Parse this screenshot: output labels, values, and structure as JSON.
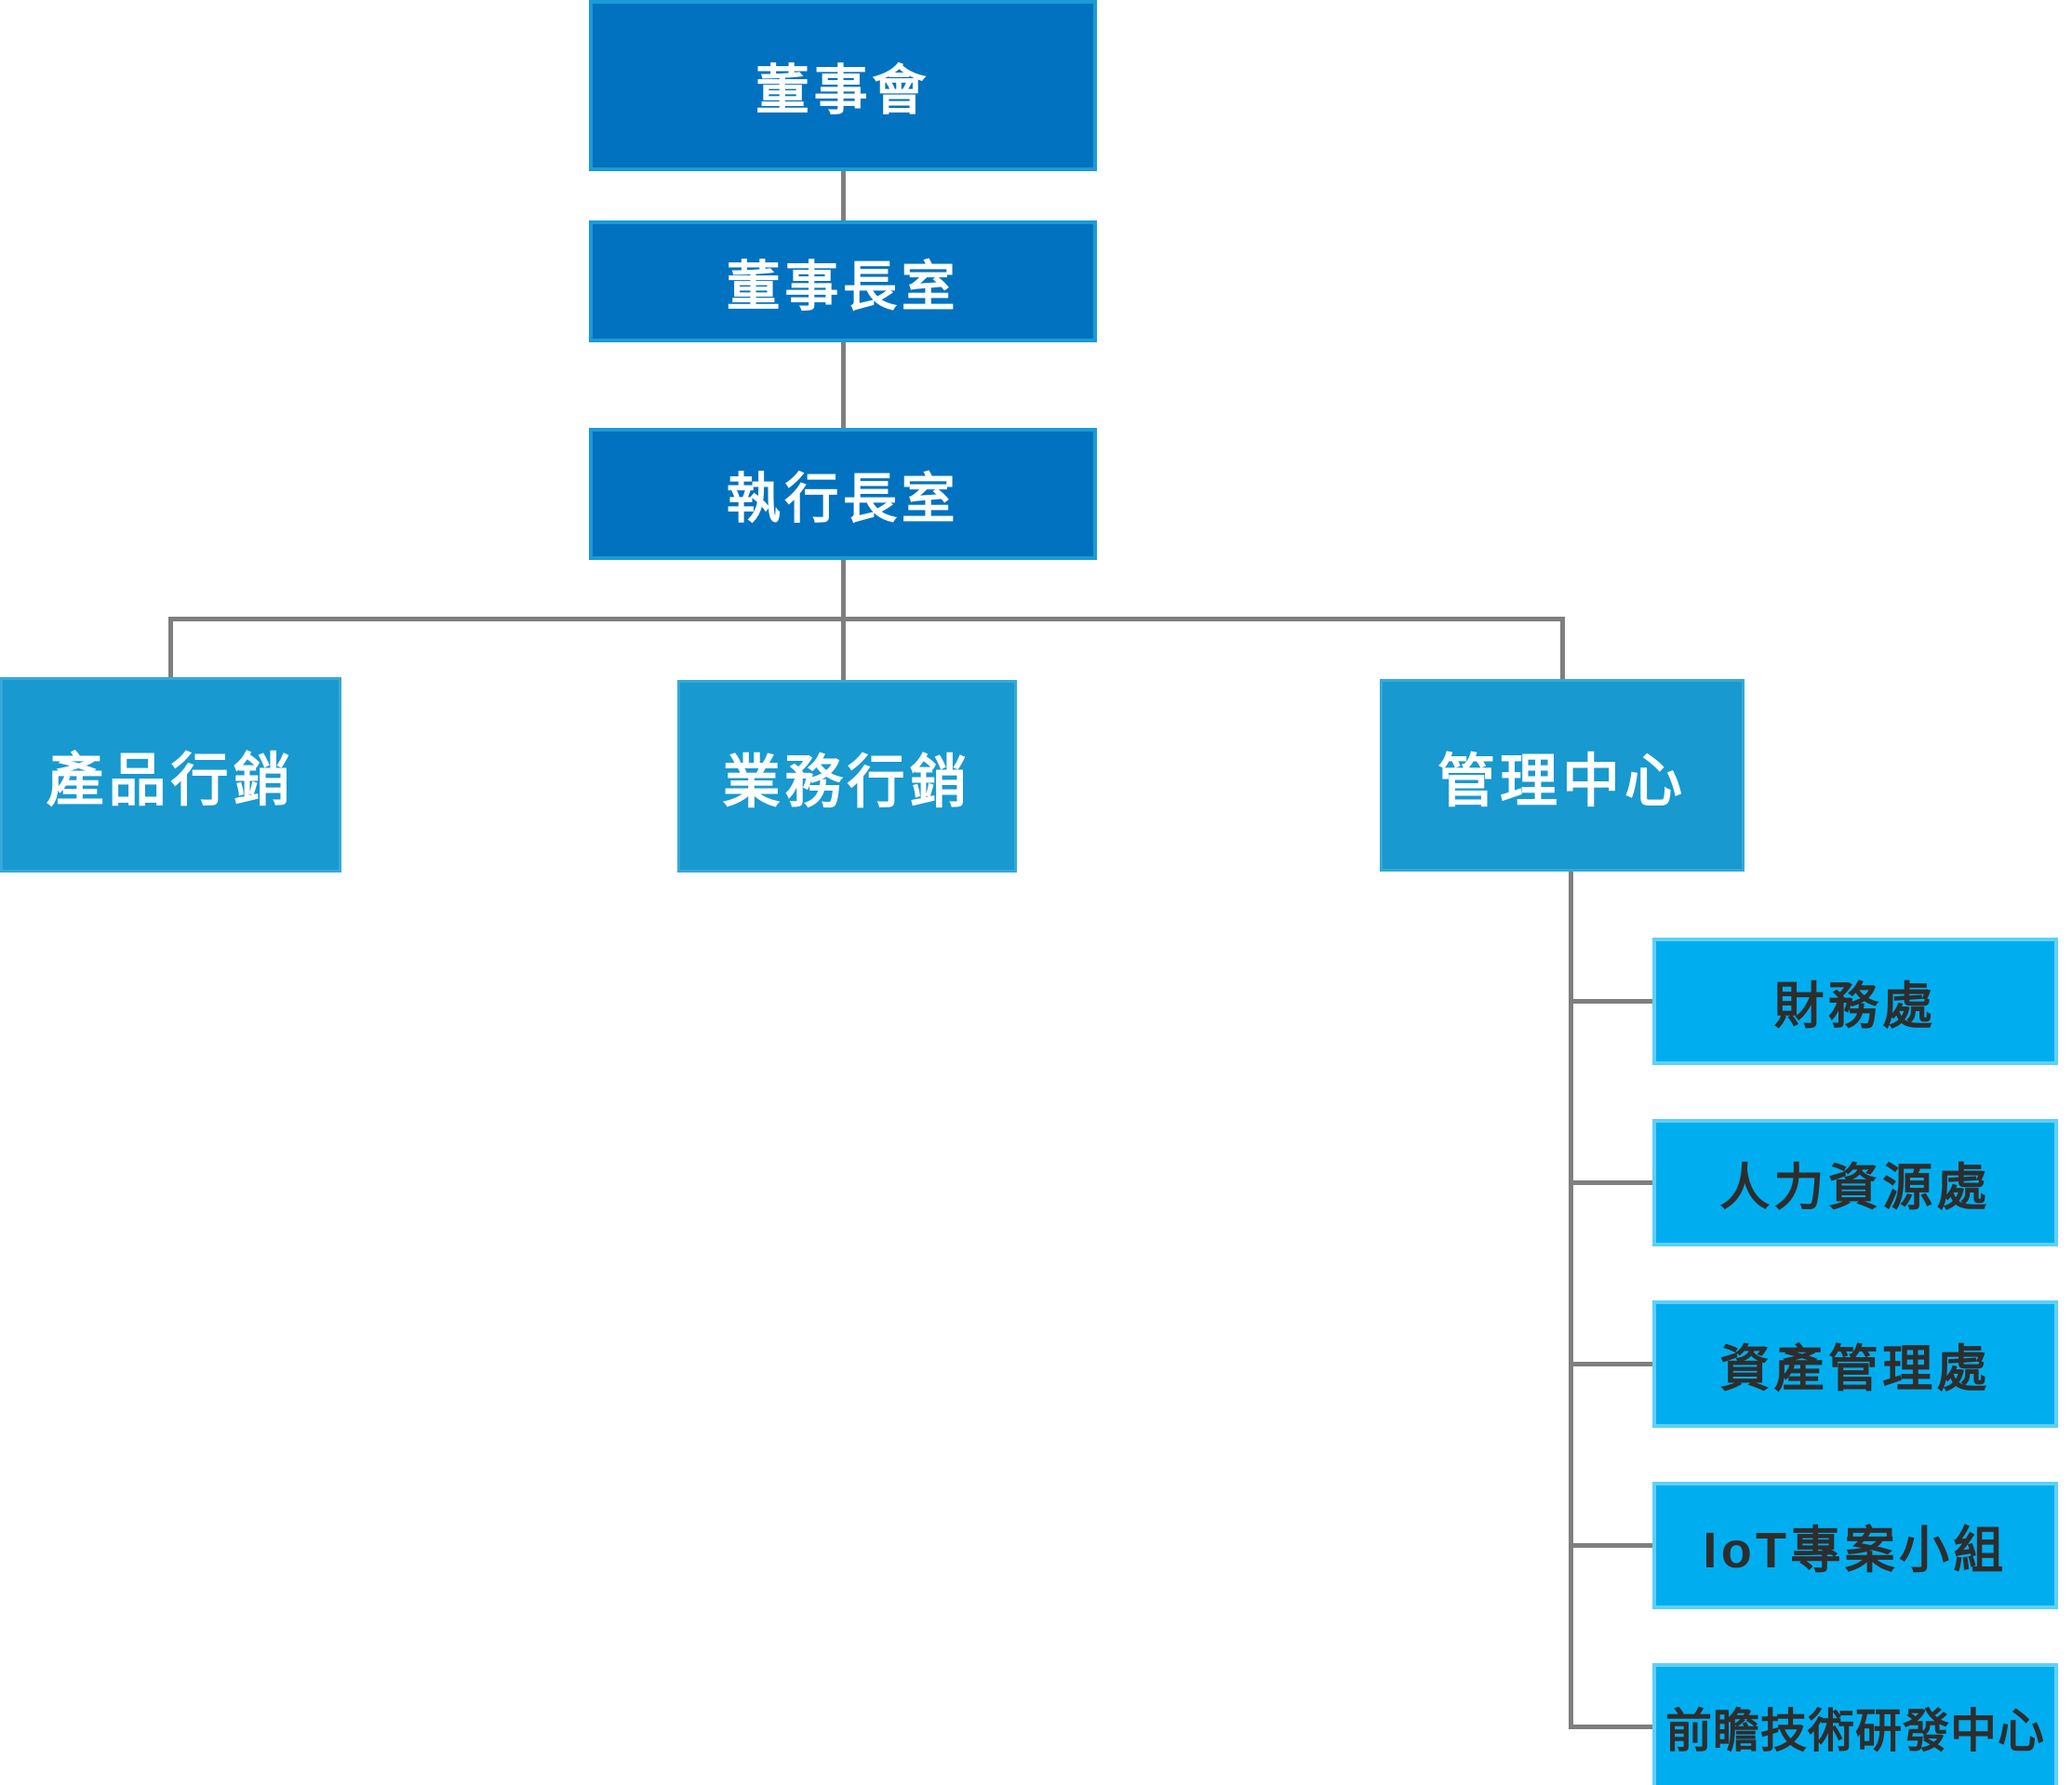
{
  "org_chart": {
    "title": "organization-chart",
    "root": {
      "label": "董事會"
    },
    "chairman_office": {
      "label": "董事長室"
    },
    "ceo_office": {
      "label": "執行長室"
    },
    "divisions": [
      {
        "label": "產品行銷"
      },
      {
        "label": "業務行銷"
      },
      {
        "label": "管理中心"
      }
    ],
    "management_sub_units": [
      {
        "label": "財務處"
      },
      {
        "label": "人力資源處"
      },
      {
        "label": "資產管理處"
      },
      {
        "label": "IoT專案小組"
      },
      {
        "label": "前瞻技術研發中心"
      }
    ],
    "colors": {
      "level1_fill": "#0072BF",
      "level1_border": "#1B9BD7",
      "division_fill": "#1899CF",
      "sub_unit_fill": "#00AEEF",
      "connector": "#7F7F7F",
      "text_on_dark": "#FFFFFF",
      "text_on_light": "#2D2D2D"
    }
  }
}
